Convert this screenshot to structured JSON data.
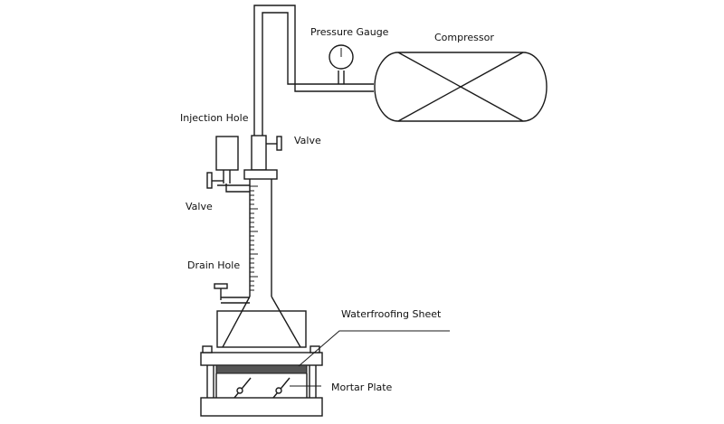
{
  "labels": {
    "pressure_gauge": "Pressure Gauge",
    "compressor": "Compressor",
    "injection_hole": "Injection Hole",
    "valve_top": "Valve",
    "valve_left": "Valve",
    "drain_hole": "Drain Hole",
    "waterproofing_sheet": "Waterfroofing Sheet",
    "mortar_plate": "Mortar Plate"
  },
  "colors": {
    "line": "#1a1a1a",
    "sheet_fill": "#555555",
    "background": "#ffffff"
  }
}
